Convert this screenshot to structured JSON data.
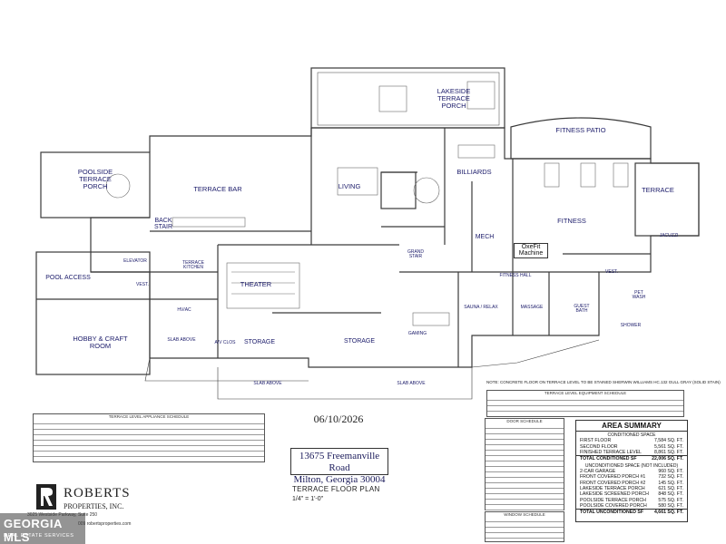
{
  "rooms": {
    "lakeside_porch": "LAKESIDE\nTERRACE\nPORCH",
    "fitness_patio": "FITNESS PATIO",
    "poolside_porch": "POOLSIDE\nTERRACE\nPORCH",
    "terrace_bar": "TERRACE BAR",
    "living": "LIVING",
    "billiards": "BILLIARDS",
    "terrace": "TERRACE",
    "back_stair": "BACK\nSTAIR",
    "fitness": "FITNESS",
    "oxefit": "OxeFit\nMachine",
    "mech": "MECH",
    "jacuzzi": "JACUZZI",
    "pool_access": "POOL ACCESS",
    "vest_left": "VEST.",
    "terrace_kitchen": "TERRACE\nKITCHEN",
    "elevator": "ELEVATOR",
    "theater": "THEATER",
    "grand_stair": "GRAND\nSTAIR",
    "fitness_hall": "FITNESS HALL",
    "vest_right": "VEST.",
    "pet_wash": "PET\nWASH",
    "hvac": "HV/AC",
    "sauna": "SAUNA / RELAX",
    "massage": "MASSAGE",
    "guest_bath": "GUEST\nBATH",
    "shower": "SHOWER",
    "hobby": "HOBBY & CRAFT\nROOM",
    "slab_above_1": "SLAB ABOVE",
    "av_clos": "A/V CLOS",
    "storage_1": "STORAGE",
    "storage_2": "STORAGE",
    "gaming": "GAMING",
    "slab_above_2": "SLAB ABOVE",
    "slab_above_3": "SLAB ABOVE"
  },
  "note": "NOTE: CONCRETE FLOOR ON TERRACE LEVEL TO BE STAINED SHERWIN WILLIAMS HC.132 GULL GRAY (SOLID STAIN)",
  "schedules": {
    "appliance": "TERRACE LEVEL APPLIANCE SCHEDULE",
    "equipment": "TERRACE LEVEL EQUIPMENT SCHEDULE",
    "door": "DOOR SCHEDULE",
    "window": "WINDOW SCHEDULE"
  },
  "title_block": {
    "date": "06/10/2026",
    "address_line1": "13675 Freemanville Road",
    "address_line2": "Milton, Georgia 30004",
    "plan_name": "TERRACE FLOOR PLAN",
    "scale": "1/4\" = 1'-0\""
  },
  "area_summary": {
    "title": "AREA SUMMARY",
    "conditioned_label": "CONDITIONED SPACE",
    "conditioned": [
      {
        "label": "FIRST FLOOR",
        "value": "7,584 SQ. FT."
      },
      {
        "label": "SECOND FLOOR",
        "value": "5,561 SQ. FT."
      },
      {
        "label": "FINISHED TERRACE LEVEL",
        "value": "8,861 SQ. FT."
      }
    ],
    "total_conditioned": {
      "label": "TOTAL CONDITIONED SF",
      "value": "22,006 SQ. FT."
    },
    "unconditioned_label": "UNCONDITIONED SPACE (NOT INCLUDED)",
    "unconditioned": [
      {
        "label": "2-CAR GARAGE",
        "value": "960 SQ. FT."
      },
      {
        "label": "FRONT COVERED PORCH #1",
        "value": "732 SQ. FT."
      },
      {
        "label": "FRONT COVERED PORCH #2",
        "value": "145 SQ. FT."
      },
      {
        "label": "LAKESIDE TERRACE PORCH",
        "value": "621 SQ. FT."
      },
      {
        "label": "LAKESIDE SCREENED PORCH",
        "value": "848 SQ. FT."
      },
      {
        "label": "POOLSIDE TERRACE PORCH",
        "value": "575 SQ. FT."
      },
      {
        "label": "POOLSIDE COVERED PORCH",
        "value": "580 SQ. FT."
      }
    ],
    "total_unconditioned": {
      "label": "TOTAL UNCONDITIONED SF",
      "value": "4,661 SQ. FT."
    }
  },
  "logo": {
    "name": "ROBERTS",
    "subtitle": "PROPERTIES, INC.",
    "address": "3025 Westside Parkway, Suite 250",
    "phone": "009",
    "web": "robertsproperties.com"
  },
  "watermark": {
    "text": "GEORGIA MLS",
    "sub": "REAL ESTATE SERVICES"
  },
  "colors": {
    "room_label": "#1b1b6a",
    "wall": "#3a3a3a",
    "fixture": "#6a6a6a"
  }
}
